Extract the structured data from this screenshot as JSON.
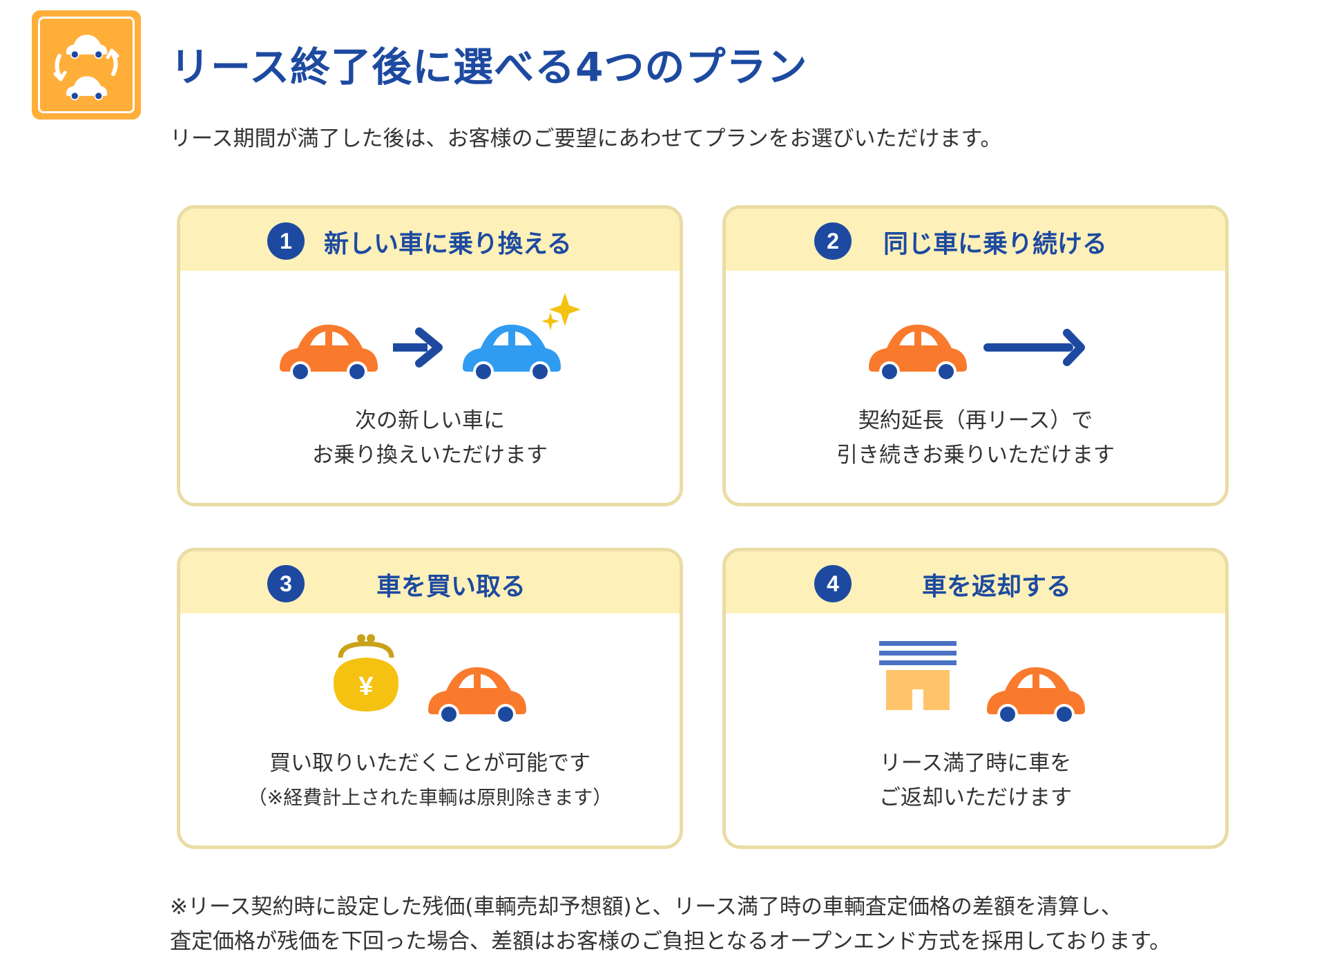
{
  "header": {
    "icon": "car-swap-icon",
    "title": "リース終了後に選べる4つのプラン",
    "intro": "リース期間が満了した後は、お客様のご要望にあわせてプランをお選びいただけます。"
  },
  "colors": {
    "title_blue": "#1d4aa0",
    "card_border": "#eadca3",
    "card_header": "#fdf0b9",
    "icon_orange": "#ffae3a",
    "car_orange": "#f97a2c",
    "car_blue": "#2f9cf2",
    "sparkle": "#f5c211"
  },
  "plans": [
    {
      "number": "1",
      "title": "新しい車に乗り換える",
      "icons": [
        "orange-car-icon",
        "arrow-right-icon",
        "blue-car-icon",
        "sparkle-icon"
      ],
      "lines": [
        "次の新しい車に",
        "お乗り換えいただけます"
      ]
    },
    {
      "number": "2",
      "title": "同じ車に乗り続ける",
      "icons": [
        "orange-car-icon",
        "long-arrow-right-icon"
      ],
      "lines": [
        "契約延長（再リース）で",
        "引き続きお乗りいただけます"
      ]
    },
    {
      "number": "3",
      "title": "車を買い取る",
      "icons": [
        "yen-purse-icon",
        "orange-car-icon"
      ],
      "lines": [
        "買い取りいただくことが可能です",
        "（※経費計上された車輌は原則除きます）"
      ]
    },
    {
      "number": "4",
      "title": "車を返却する",
      "icons": [
        "garage-icon",
        "orange-car-icon"
      ],
      "lines": [
        "リース満了時に車を",
        "ご返却いただけます"
      ]
    }
  ],
  "footnote": {
    "lines": [
      "※リース契約時に設定した残価(車輌売却予想額)と、リース満了時の車輌査定価格の差額を清算し、",
      "査定価格が残価を下回った場合、差額はお客様のご負担となるオープンエンド方式を採用しております。"
    ]
  }
}
